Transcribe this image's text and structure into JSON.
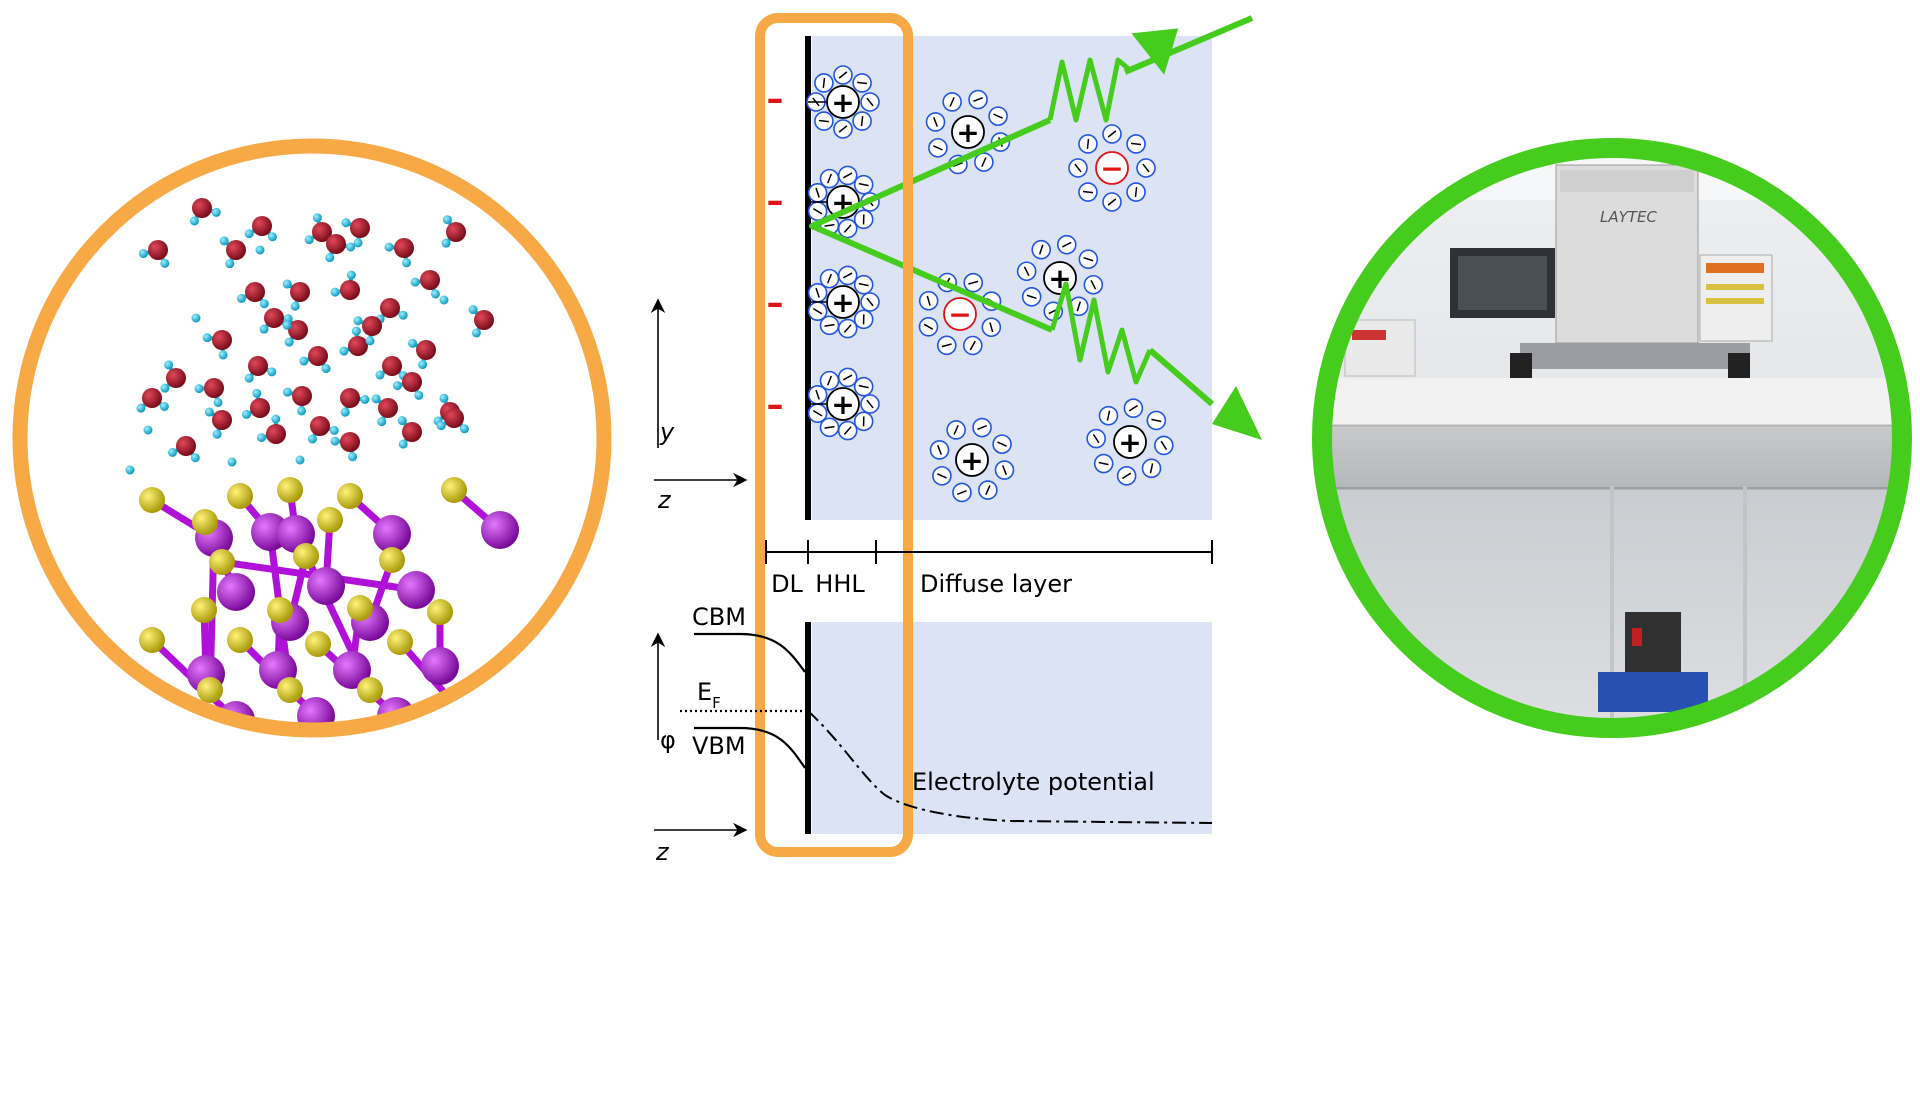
{
  "labels": {
    "y_axis": "y",
    "z_axis_top": "z",
    "z_axis_bottom": "z",
    "phi_axis": "φ",
    "dl": "DL",
    "hhl": "HHL",
    "diffuse": "Diffuse layer",
    "cbm": "CBM",
    "ef_main": "E",
    "ef_sub": "F",
    "vbm": "VBM",
    "electrolyte": "Electrolyte potential",
    "plus": "+",
    "minus": "−",
    "surface_minus": "–",
    "logo": "LAYTEC"
  },
  "colors": {
    "accent_orange": "#F6A944",
    "accent_green": "#46CC1D",
    "solvent_blue": "#2255E0",
    "negative_red": "#DD1515",
    "shade": "#DCE3F5",
    "oxygen": "#8B1020",
    "hydrogen": "#18B8D8",
    "sulfur": "#D8C818",
    "metal": "#B010D8"
  },
  "icons": [
    "water-molecule-icon",
    "sulfur-atom-icon",
    "metal-atom-icon",
    "cation-icon",
    "anion-icon",
    "solvent-dipole-icon"
  ]
}
